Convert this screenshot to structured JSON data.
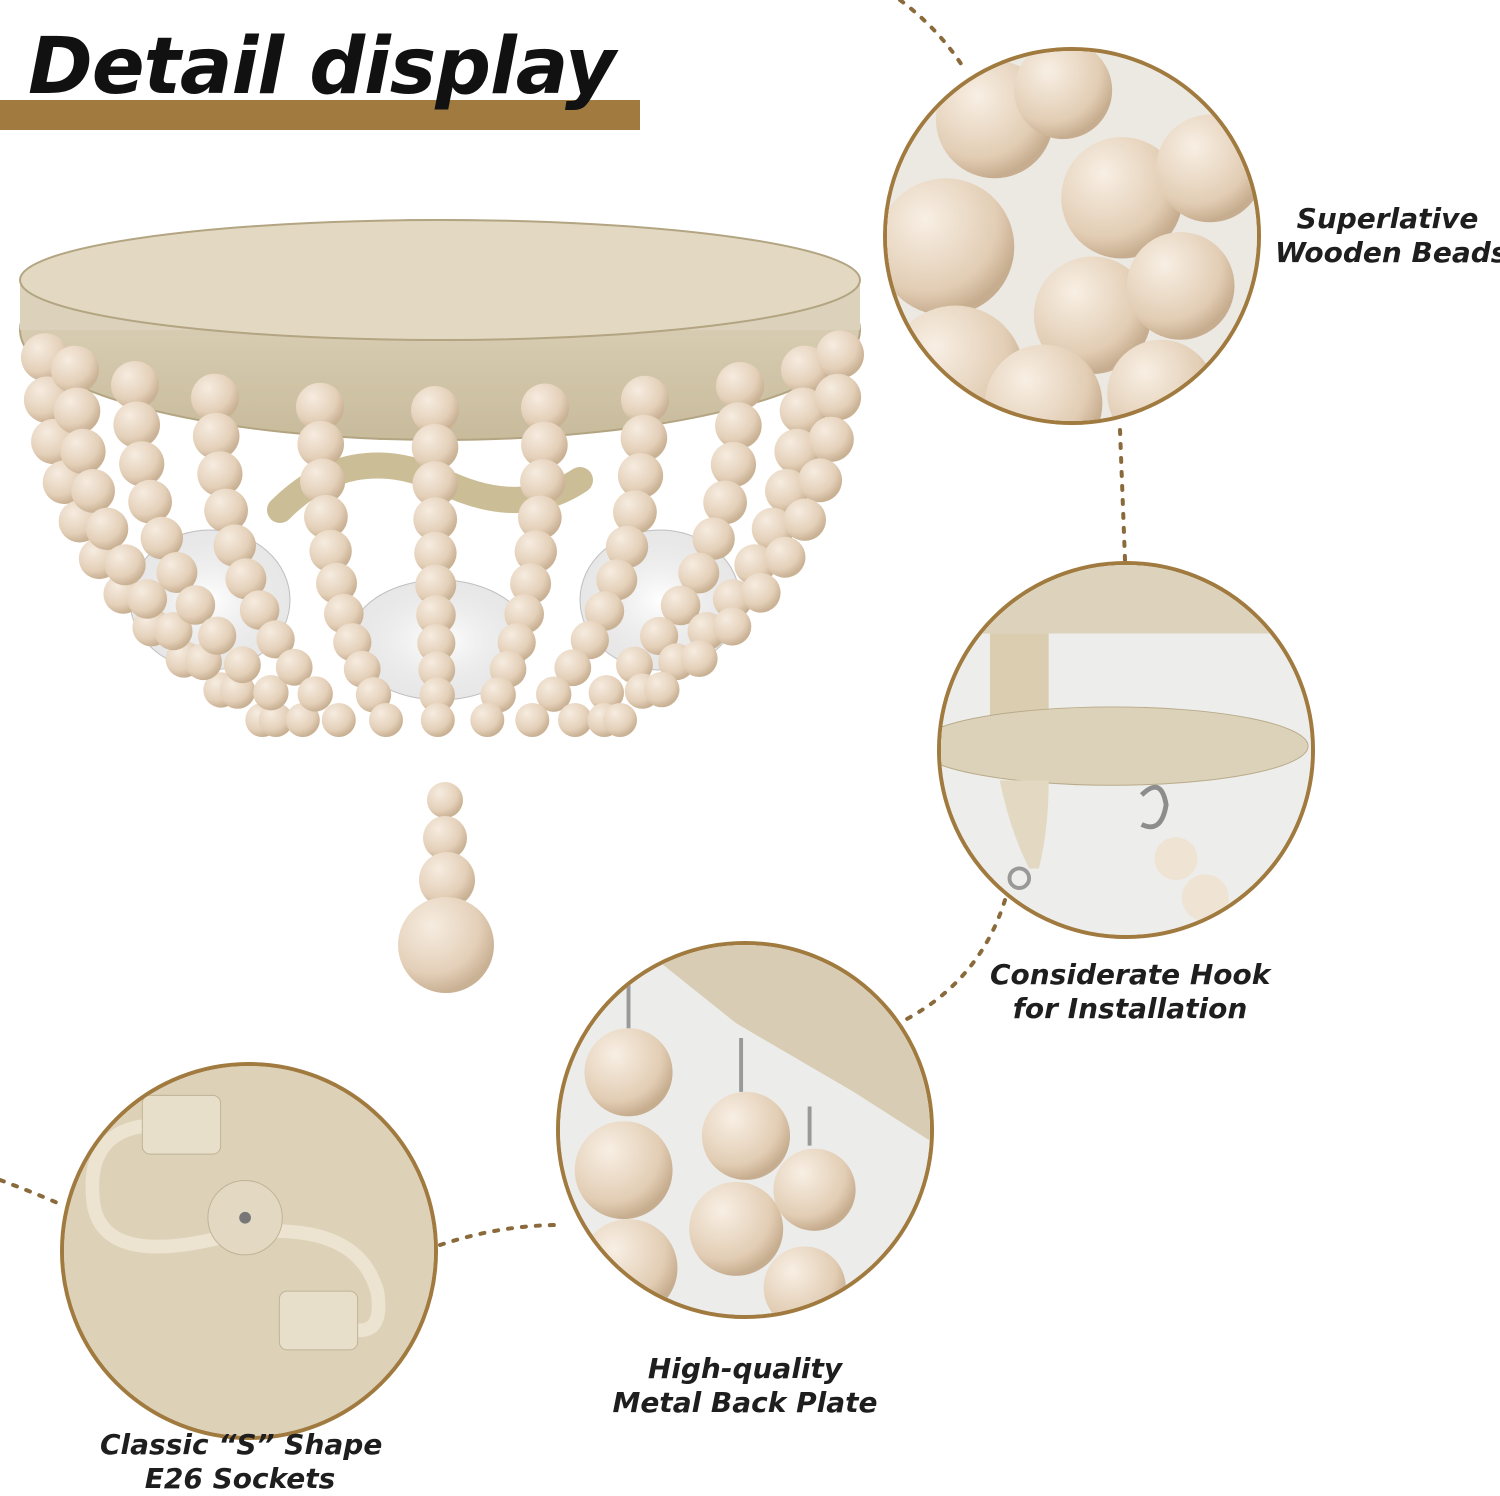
{
  "heading": {
    "title": "Detail display",
    "accent_color": "#a07a3e"
  },
  "callouts": [
    {
      "id": "beads",
      "line1": "Superlative",
      "line2": "Wooden Beads"
    },
    {
      "id": "hook",
      "line1": "Considerate Hook",
      "line2": "for Installation"
    },
    {
      "id": "plate",
      "line1": "High-quality",
      "line2": "Metal Back Plate"
    },
    {
      "id": "sockets",
      "line1": "Classic “S” Shape",
      "line2": "E26 Sockets"
    }
  ],
  "colors": {
    "wood_bead": "#e6d3bd",
    "canopy": "#d9cfb8",
    "circle_border": "#a07a3e",
    "connector": "#8a6a3a"
  }
}
